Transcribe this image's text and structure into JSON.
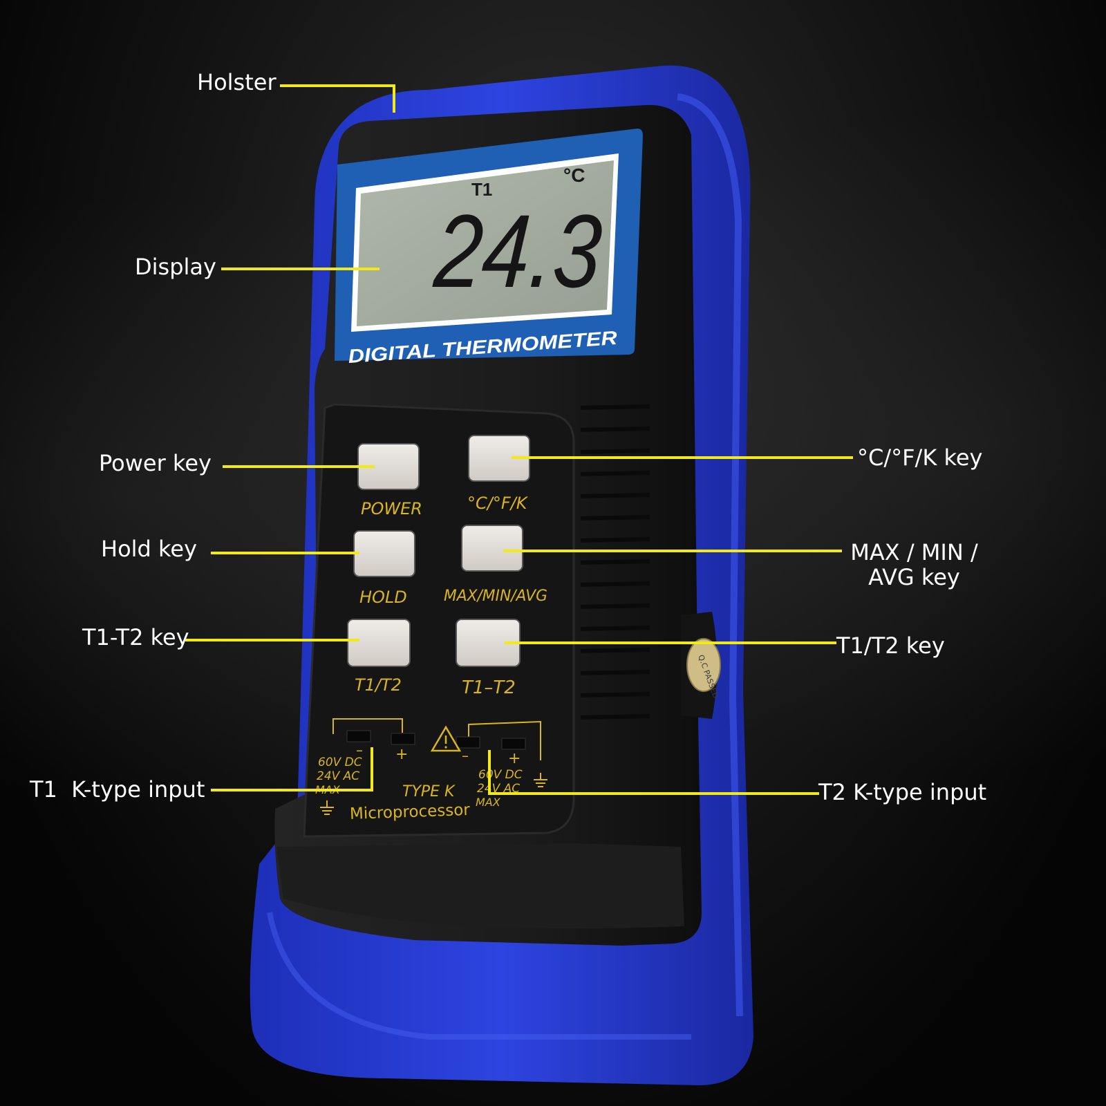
{
  "device": {
    "display_channel": "T1",
    "display_unit": "°C",
    "display_value": "24.3",
    "brand_label": "DIGITAL THERMOMETER",
    "qc_label": "Q.C PASSED",
    "keys": {
      "power": "POWER",
      "unit": "°C/°F/K",
      "hold": "HOLD",
      "maxminavg": "MAX/MIN/AVG",
      "t1t2": "T1/T2",
      "t1minust2": "T1–T2"
    },
    "inputs": {
      "left_voltage_dc": "60V DC",
      "left_voltage_ac": "24V AC",
      "left_max": "MAX",
      "right_voltage_dc": "60V DC",
      "right_voltage_ac": "24V AC",
      "right_max": "MAX",
      "type": "TYPE K",
      "processor": "Microprocessor",
      "minus": "–",
      "plus": "+"
    },
    "colors": {
      "holster": "#2b3ed8",
      "body": "#1a1a1a",
      "lcd": "#a4ab9f",
      "lcd_frame": "#1f5fb4",
      "key": "#e4e0dc",
      "key_label": "#d9b51e",
      "leader": "#f2ea17"
    }
  },
  "callouts": {
    "holster": "Holster",
    "display": "Display",
    "power_key": "Power key",
    "hold_key": "Hold key",
    "t1t2_key_left": "T1-T2 key",
    "t1_input": "T1  K-type input",
    "unit_key": "°C/°F/K key",
    "maxminavg_key_line1": "MAX / MIN /",
    "maxminavg_key_line2": "AVG key",
    "t1t2_key_right": "T1/T2 key",
    "t2_input": "T2 K-type input"
  }
}
